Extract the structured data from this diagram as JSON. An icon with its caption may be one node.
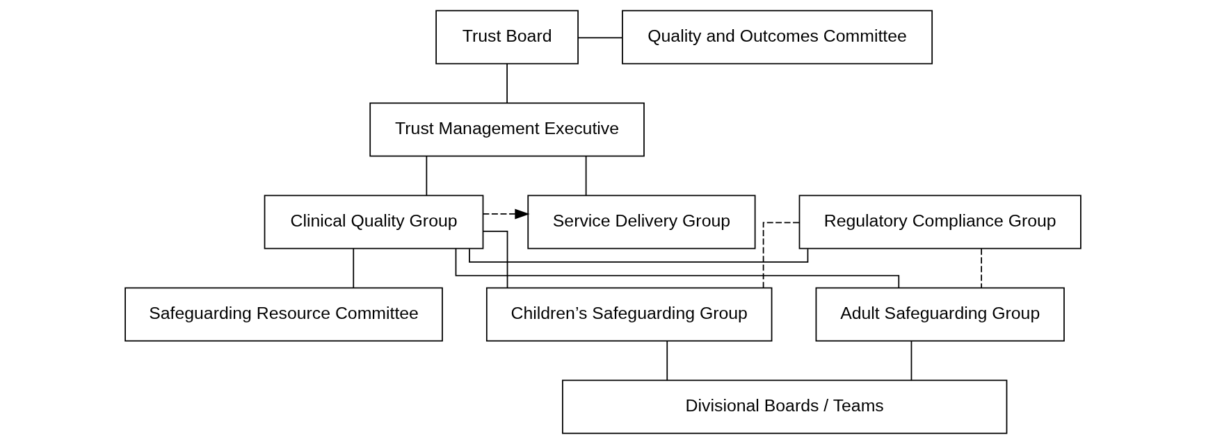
{
  "diagram": {
    "nodes": [
      {
        "text": [
          "Trust Board"
        ]
      },
      {
        "text": [
          "Quality and Outcomes Committee"
        ]
      },
      {
        "text": [
          "Trust Management Executive"
        ]
      },
      {
        "text": [
          "Service Delivery Group"
        ]
      },
      {
        "text": [
          "Clinical Quality Group"
        ]
      },
      {
        "text": [
          "Regulatory Compliance Group"
        ]
      },
      {
        "text": [
          "Children’s Safeguarding Group"
        ]
      },
      {
        "text": [
          "Safeguarding Resource Committee"
        ]
      },
      {
        "text": [
          "Adult Safeguarding Group"
        ]
      },
      {
        "text": [
          "Divisional Boards / Teams"
        ]
      }
    ],
    "edges": [
      {
        "from": 0,
        "to": 1,
        "arrow": "none"
      },
      {
        "from": 0,
        "to": 2,
        "arrow": "none"
      },
      {
        "from": 2,
        "to": 3,
        "arrow": "none"
      },
      {
        "from": 2,
        "to": 4,
        "arrow": "none"
      },
      {
        "from": 4,
        "to": 3,
        "arrow": "to",
        "style": "dashed"
      },
      {
        "from": 4,
        "to": 5,
        "arrow": "none"
      },
      {
        "from": 4,
        "to": 6,
        "arrow": "none"
      },
      {
        "from": 4,
        "to": 7,
        "arrow": "none"
      },
      {
        "from": 4,
        "to": 8,
        "arrow": "none"
      },
      {
        "from": 5,
        "to": 6,
        "arrow": "none",
        "style": "dashed"
      },
      {
        "from": 5,
        "to": 8,
        "arrow": "none",
        "style": "dashed"
      },
      {
        "from": 6,
        "to": 9,
        "arrow": "none"
      },
      {
        "from": 8,
        "to": 9,
        "arrow": "none"
      }
    ]
  }
}
